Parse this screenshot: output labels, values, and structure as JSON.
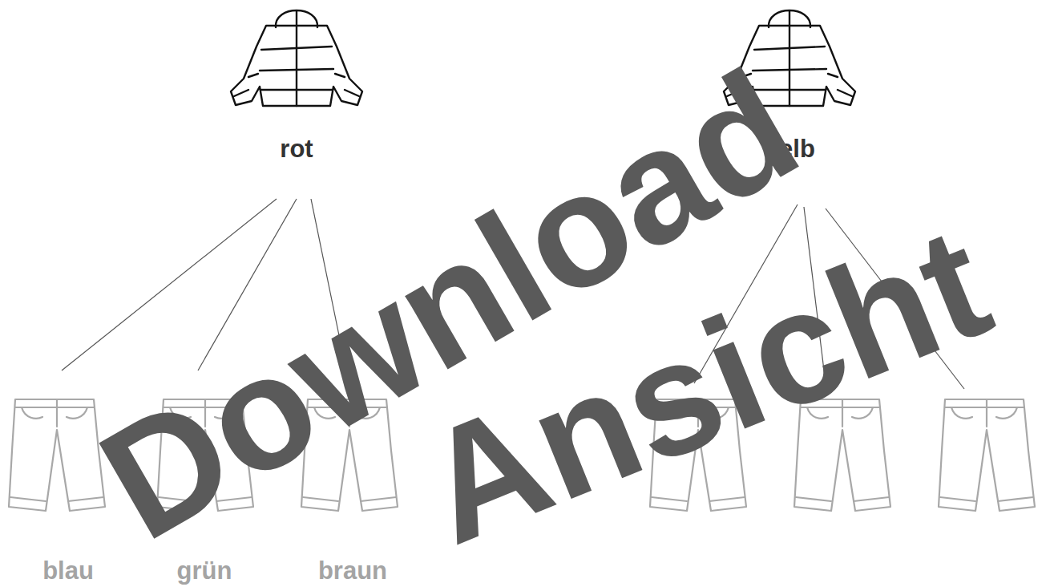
{
  "diagram": {
    "nodes": [
      {
        "text": [
          "rot"
        ]
      },
      {
        "text": [
          "gelb"
        ]
      },
      {
        "text": [
          "blau"
        ]
      },
      {
        "text": [
          "grün"
        ]
      },
      {
        "text": [
          "braun"
        ]
      }
    ],
    "edges": [
      {
        "from": 0,
        "to": 2,
        "arrow": "none"
      },
      {
        "from": 0,
        "to": 3,
        "arrow": "none"
      },
      {
        "from": 0,
        "to": 4,
        "arrow": "none"
      }
    ],
    "labels": [
      "Download",
      "Ansicht"
    ]
  }
}
